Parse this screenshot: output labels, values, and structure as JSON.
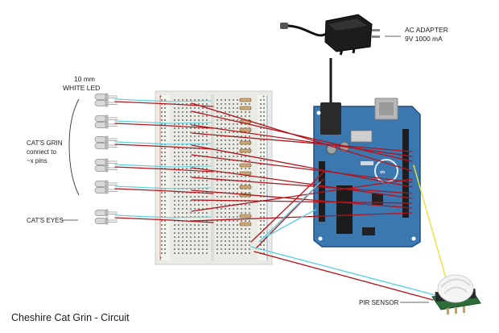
{
  "labels": {
    "adapter_line1": "AC ADAPTER",
    "adapter_line2": "9V 1000 mA",
    "led_line1": "10 mm",
    "led_line2": "WHITE LED",
    "grin_line1": "CAT'S GRIN",
    "grin_line2": "connect to",
    "grin_line3": "~x pins",
    "eyes": "CAT'S EYES",
    "pir": "PIR SENSOR",
    "title": "Cheshire Cat Grin - Circuit"
  },
  "colors": {
    "wire_red": "#b2141c",
    "wire_cyan": "#5fd0e0",
    "wire_yellow": "#e8e23a",
    "wire_black": "#1a1a1a",
    "arduino_board": "#3b78b0",
    "breadboard": "#ebebe6",
    "pir_board": "#2e6d3a",
    "led_body": "#d8d8d8"
  },
  "icons": {
    "adapter": "power-adapter-icon",
    "arduino": "arduino-uno-board",
    "breadboard": "breadboard",
    "pir": "pir-sensor-icon",
    "led": "led-icon"
  }
}
